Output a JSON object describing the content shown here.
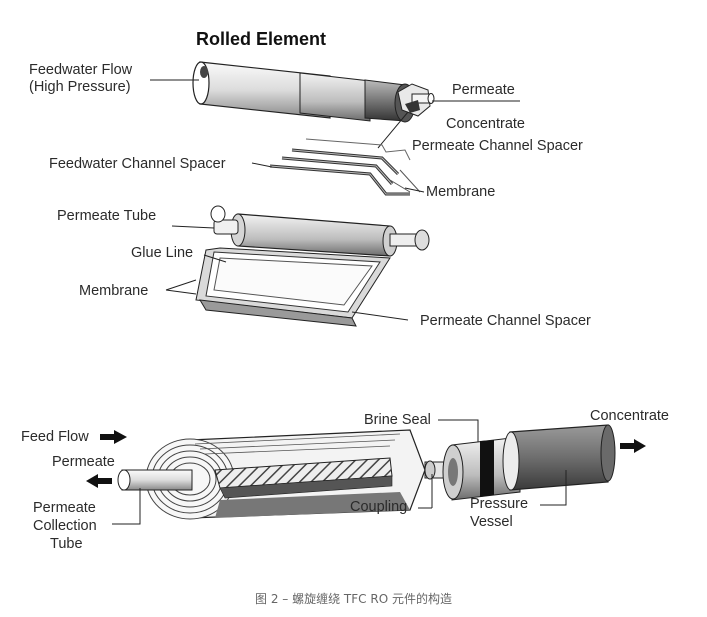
{
  "figure": {
    "top_diagram": {
      "title": "Rolled Element",
      "labels": {
        "feedwater_flow_line1": "Feedwater Flow",
        "feedwater_flow_line2": "(High Pressure)",
        "permeate": "Permeate",
        "concentrate": "Concentrate",
        "permeate_channel_spacer": "Permeate Channel Spacer",
        "feedwater_channel_spacer": "Feedwater Channel Spacer",
        "membrane": "Membrane"
      }
    },
    "middle_diagram": {
      "labels": {
        "permeate_tube": "Permeate Tube",
        "glue_line": "Glue Line",
        "membrane": "Membrane",
        "permeate_channel_spacer": "Permeate Channel Spacer"
      }
    },
    "bottom_diagram": {
      "labels": {
        "feed_flow": "Feed Flow",
        "permeate": "Permeate",
        "permeate_collection_line1": "Permeate",
        "permeate_collection_line2": "Collection",
        "permeate_collection_line3": "Tube",
        "brine_seal": "Brine Seal",
        "coupling": "Coupling",
        "pressure_vessel_line1": "Pressure",
        "pressure_vessel_line2": "Vessel",
        "concentrate": "Concentrate"
      },
      "icons": {
        "feed_flow_arrow": "arrow-right-icon",
        "permeate_arrow": "arrow-left-icon",
        "concentrate_arrow": "arrow-right-icon"
      }
    },
    "caption": "图 2 – 螺旋缠绕 TFC RO 元件的构造"
  }
}
